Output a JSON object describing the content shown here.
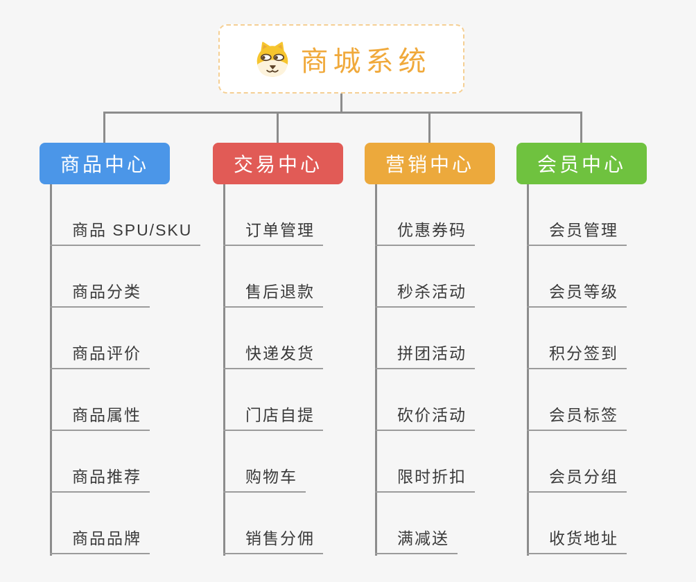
{
  "root": {
    "title": "商城系统",
    "icon": "dog-face-icon"
  },
  "branches": [
    {
      "id": "product-center",
      "label": "商品中心",
      "color": "#4B96E8",
      "items": [
        "商品 SPU/SKU",
        "商品分类",
        "商品评价",
        "商品属性",
        "商品推荐",
        "商品品牌"
      ]
    },
    {
      "id": "trade-center",
      "label": "交易中心",
      "color": "#E15B56",
      "items": [
        "订单管理",
        "售后退款",
        "快递发货",
        "门店自提",
        "购物车",
        "销售分佣"
      ]
    },
    {
      "id": "marketing-center",
      "label": "营销中心",
      "color": "#ECA93C",
      "items": [
        "优惠券码",
        "秒杀活动",
        "拼团活动",
        "砍价活动",
        "限时折扣",
        "满减送"
      ]
    },
    {
      "id": "member-center",
      "label": "会员中心",
      "color": "#6FC23F",
      "items": [
        "会员管理",
        "会员等级",
        "积分签到",
        "会员标签",
        "会员分组",
        "收货地址"
      ]
    }
  ],
  "colors": {
    "background": "#F6F6F6",
    "connector": "#8C8C8C",
    "underline": "#9B9B9B",
    "item_text": "#3A3A3A",
    "root_text": "#F0A93B",
    "root_border_dashed": "#F5CF93",
    "root_background": "#FFFFFF"
  }
}
